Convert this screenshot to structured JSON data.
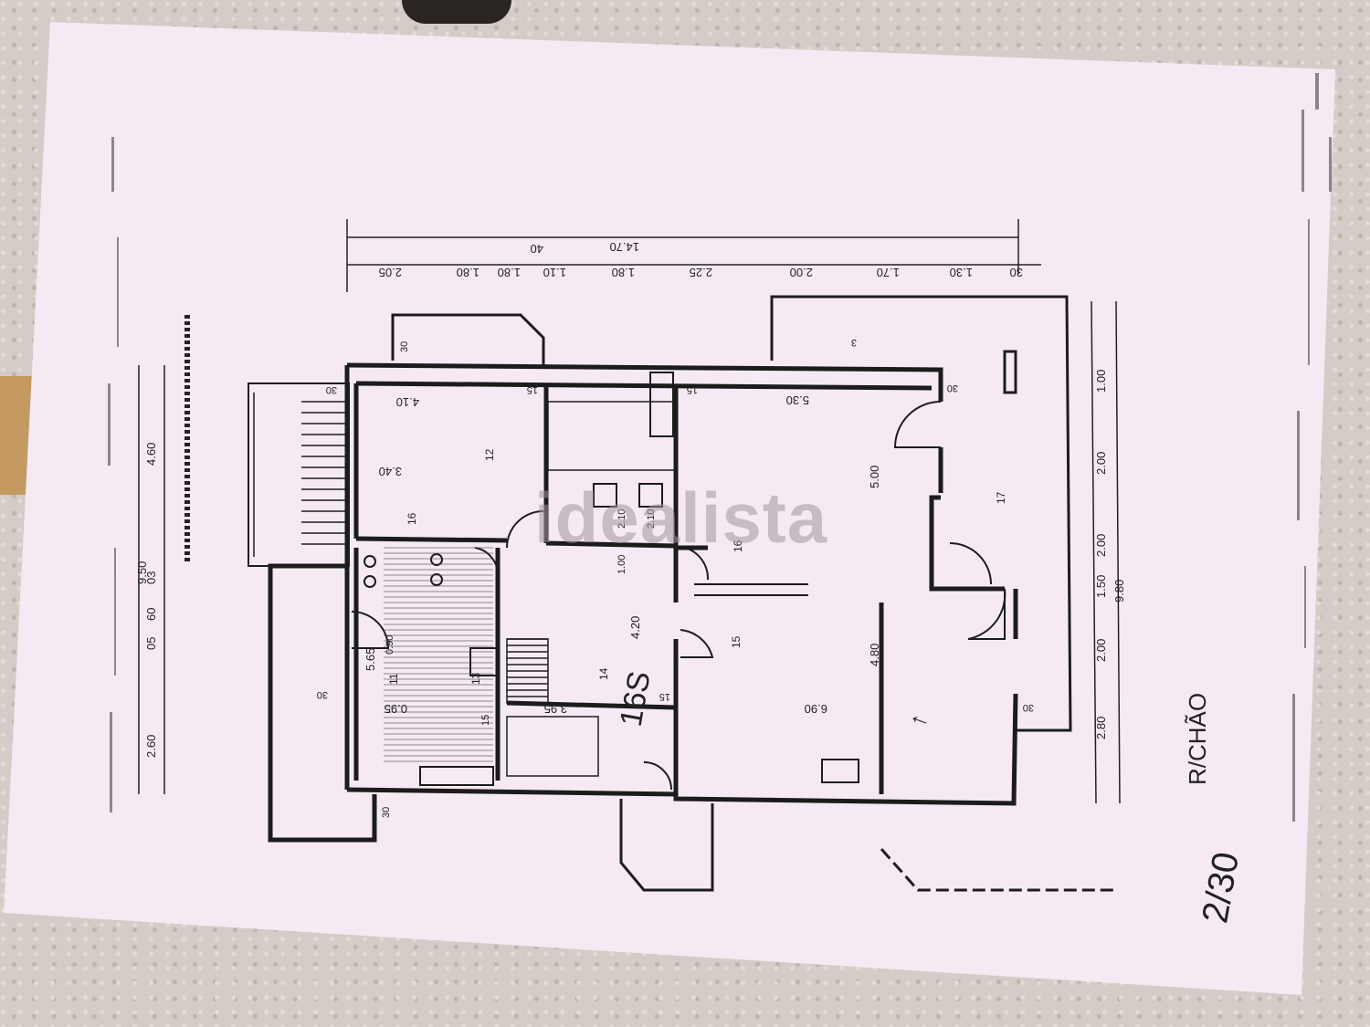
{
  "watermark": "idealista",
  "floor_label": "R/CHÃO",
  "handwritten": {
    "area": "16S",
    "page": "2/30",
    "arrow_mark": "↑"
  },
  "colors": {
    "paper": "#f5eaf3",
    "ink": "#222222",
    "watermark": "#a0969b"
  },
  "top_dimensions": {
    "overall": "14.70",
    "note": "40",
    "segments": [
      "2.05",
      "1.80",
      "1.80",
      "1.10",
      "1.80",
      "2.25",
      "2.00",
      "1.70",
      "1.30",
      "30"
    ]
  },
  "left_dimensions": {
    "overall": "9.50",
    "segments": [
      "4.60",
      "03",
      "60",
      "05",
      "2.60"
    ]
  },
  "right_dimensions": {
    "overall": "9.80",
    "segments": [
      "1.00",
      "2.00",
      "2.00",
      "1.50",
      "2.00",
      "2.80"
    ]
  },
  "rooms": [
    {
      "num": "12",
      "width": "4.10",
      "depth": "3.40",
      "extra": "16"
    },
    {
      "num": "11",
      "width": "0.95",
      "depth": "5.65"
    },
    {
      "num": "13"
    },
    {
      "num": "14",
      "width": "3.95",
      "depth": "4.20"
    },
    {
      "num": "15",
      "depth": "4.80",
      "width": "6.90"
    },
    {
      "num": "16",
      "depth": "5.00",
      "width": "5.30"
    },
    {
      "num": "17"
    }
  ],
  "wall_labels": [
    "30",
    "30",
    "15",
    "15",
    "15",
    "30",
    "30",
    "3",
    "30",
    "30",
    "15",
    "1.00",
    "2.10",
    "2.10",
    "0.90"
  ]
}
